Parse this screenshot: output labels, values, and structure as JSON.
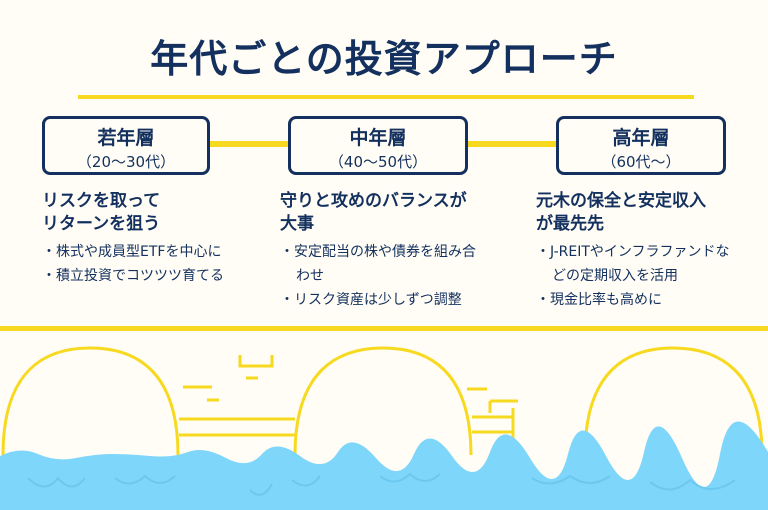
{
  "title": "年代ごとの投資アプローチ",
  "stages": [
    {
      "name": "若年層",
      "range": "（20〜30代）",
      "heading": [
        "リスクを取って",
        "リターンを狙う"
      ],
      "bullets": [
        "株式や成員型ETFを中心に",
        "積立投資でコツツツ育てる"
      ]
    },
    {
      "name": "中年層",
      "range": "（40〜50代）",
      "heading": [
        "守りと攻めのバランスが",
        "大事"
      ],
      "bullets": [
        "安定配当の株や債券を組み合わせ",
        "リスク資産は少しずつ調整"
      ]
    },
    {
      "name": "高年層",
      "range": "（60代〜）",
      "heading": [
        "元木の保全と安定収入",
        "が最先先"
      ],
      "bullets": [
        "J-REITやインフラファンドなどの定期収入を活用",
        "現金比率も高めに"
      ]
    }
  ],
  "colors": {
    "navy": "#13305e",
    "yellow": "#f7d91f",
    "water": "#7fd6fb",
    "background": "#fffdf5"
  }
}
